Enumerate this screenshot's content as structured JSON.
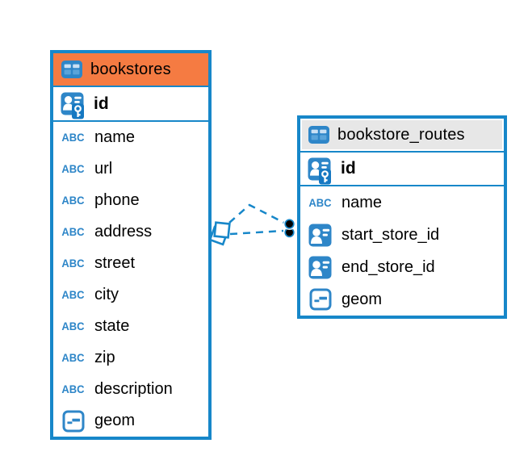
{
  "diagram": {
    "colors": {
      "accent_blue": "#1787c9",
      "icon_blue": "#2e86c8",
      "bookstores_header": "#f57b42",
      "routes_header": "#e7e7e7",
      "relationship_dot": "#000000"
    },
    "type_label_text": "ABC",
    "tables": [
      {
        "name": "bookstores",
        "header_color": "#f57b42",
        "primary_key": "id",
        "columns": [
          {
            "name": "name",
            "type": "text"
          },
          {
            "name": "url",
            "type": "text"
          },
          {
            "name": "phone",
            "type": "text"
          },
          {
            "name": "address",
            "type": "text"
          },
          {
            "name": "street",
            "type": "text"
          },
          {
            "name": "city",
            "type": "text"
          },
          {
            "name": "state",
            "type": "text"
          },
          {
            "name": "zip",
            "type": "text"
          },
          {
            "name": "description",
            "type": "text"
          },
          {
            "name": "geom",
            "type": "geometry"
          }
        ]
      },
      {
        "name": "bookstore_routes",
        "header_color": "#e7e7e7",
        "primary_key": "id",
        "columns": [
          {
            "name": "name",
            "type": "text"
          },
          {
            "name": "start_store_id",
            "type": "foreign-key"
          },
          {
            "name": "end_store_id",
            "type": "foreign-key"
          },
          {
            "name": "geom",
            "type": "geometry"
          }
        ]
      }
    ],
    "relationships": [
      {
        "from": "bookstores",
        "to": "bookstore_routes.start_store_id",
        "style": "dashed"
      },
      {
        "from": "bookstores",
        "to": "bookstore_routes.end_store_id",
        "style": "dashed"
      }
    ]
  }
}
